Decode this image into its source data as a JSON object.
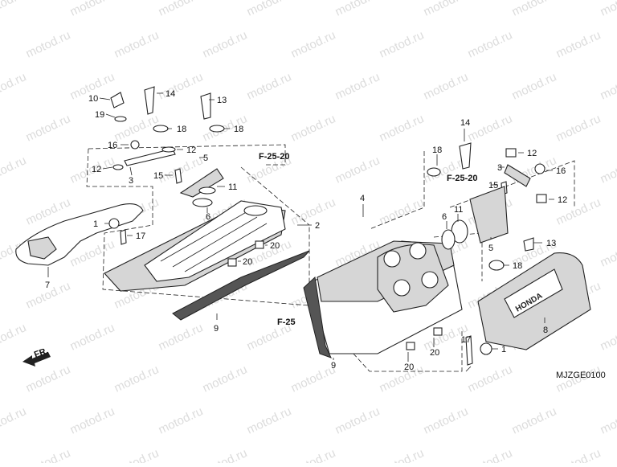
{
  "watermark": "motod.ru",
  "diagram_code": "MJZGE0100",
  "direction_label": "FR.",
  "brand_text": "HONDA",
  "refs": [
    "F-25-20",
    "F-25-20",
    "F-25"
  ],
  "callouts": [
    "10",
    "14",
    "13",
    "19",
    "18",
    "18",
    "16",
    "12",
    "12",
    "5",
    "15",
    "3",
    "11",
    "1",
    "17",
    "6",
    "20",
    "20",
    "7",
    "9",
    "2",
    "14",
    "18",
    "12",
    "3",
    "16",
    "F15",
    "12",
    "11",
    "6",
    "5",
    "13",
    "18",
    "4",
    "8",
    "1",
    "17",
    "20",
    "20",
    "9"
  ]
}
